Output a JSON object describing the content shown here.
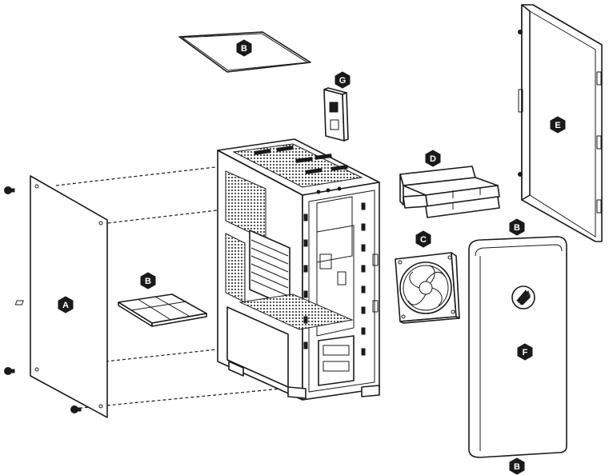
{
  "labels": {
    "side_panel": "A",
    "top_filter": "B",
    "bottom_filter": "B",
    "right_filter": "B",
    "front_filter": "B",
    "fan": "C",
    "drive_tray": "D",
    "back_panel": "E",
    "front_panel": "F",
    "ssd_bracket": "G"
  },
  "colors": {
    "ink": "#1a1a1a",
    "paper": "#ffffff"
  },
  "icons": {
    "brand_logo": "corsair-sails-logo"
  }
}
